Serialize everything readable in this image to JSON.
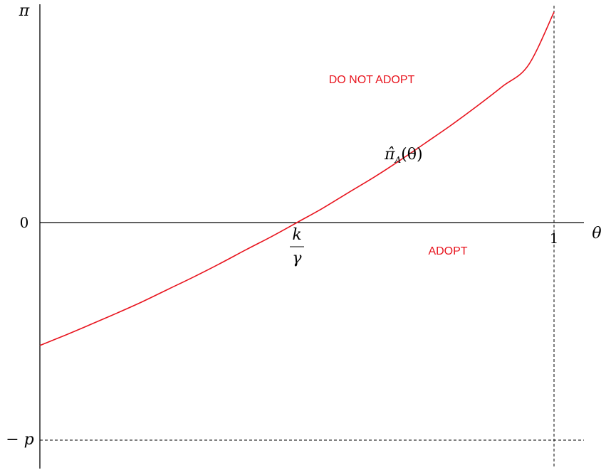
{
  "chart_data": {
    "type": "line",
    "title": "",
    "xlabel": "θ",
    "ylabel": "π",
    "xlim": [
      0,
      1.0
    ],
    "ylim": [
      -1.0,
      0.97
    ],
    "threshold_x": 0.5,
    "ticks": {
      "x_threshold_label": {
        "numerator": "k",
        "denominator": "γ"
      },
      "x_one_label": "1",
      "y_zero_label": "0",
      "y_minus_p_label": "− p"
    },
    "series": [
      {
        "name": "π̂A(θ)",
        "name_base": "π̂",
        "name_sub": "A",
        "name_arg": "(θ)",
        "color": "#e8141e",
        "x": [
          0.0,
          0.05,
          0.1,
          0.15,
          0.2,
          0.25,
          0.3,
          0.35,
          0.4,
          0.45,
          0.5,
          0.55,
          0.6,
          0.65,
          0.7,
          0.75,
          0.8,
          0.85,
          0.9,
          0.95,
          1.0
        ],
        "y": [
          -0.565,
          -0.517,
          -0.467,
          -0.416,
          -0.363,
          -0.306,
          -0.249,
          -0.189,
          -0.126,
          -0.065,
          0.0,
          0.066,
          0.138,
          0.209,
          0.286,
          0.367,
          0.449,
          0.536,
          0.628,
          0.725,
          0.97
        ]
      }
    ],
    "reference_lines": [
      {
        "kind": "vertical",
        "x": 1.0,
        "style": "dashed"
      },
      {
        "kind": "horizontal",
        "y": -1.0,
        "style": "dashed"
      }
    ],
    "annotations": [
      {
        "text": "DO NOT ADOPT",
        "color": "#e8141e"
      },
      {
        "text": "ADOPT",
        "color": "#e8141e"
      }
    ],
    "grid": false
  }
}
